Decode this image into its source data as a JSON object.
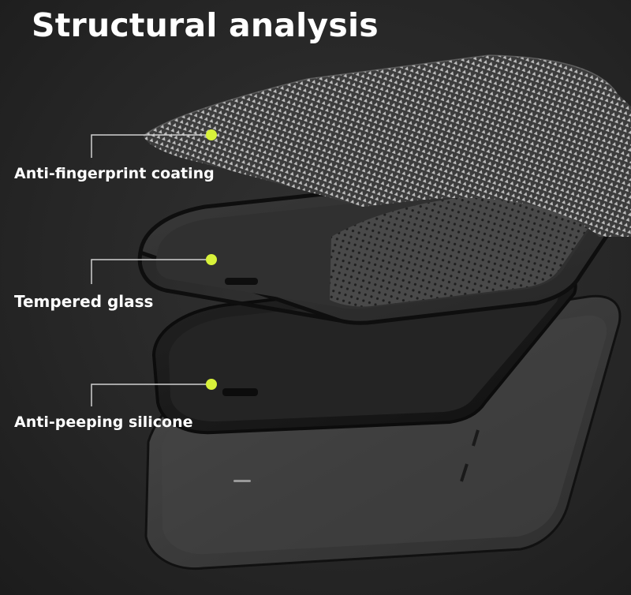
{
  "title": "Structural analysis",
  "layers": [
    {
      "label": "Anti-fingerprint coating"
    },
    {
      "label": "Tempered glass"
    },
    {
      "label": "Anti-peeping silicone"
    }
  ],
  "colors": {
    "background": "#2a2a2a",
    "marker": "#d8f23a",
    "leader_line": "#d0d0d0",
    "text": "#ffffff"
  }
}
